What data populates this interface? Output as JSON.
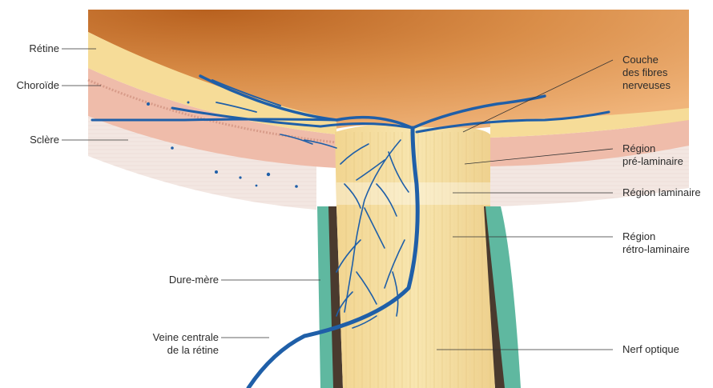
{
  "labels": {
    "retine": "Rétine",
    "choroide": "Choroïde",
    "sclere": "Sclère",
    "dure_mere": "Dure-mère",
    "veine_line1": "Veine centrale",
    "veine_line2": "de la rétine",
    "couche_line1": "Couche",
    "couche_line2": "des fibres",
    "couche_line3": "nerveuses",
    "prelam_line1": "Région",
    "prelam_line2": "pré-laminaire",
    "laminaire": "Région laminaire",
    "retrolam_line1": "Région",
    "retrolam_line2": "rétro-laminaire",
    "nerf_optique": "Nerf optique"
  },
  "colors": {
    "vitreous": "#d9914c",
    "retina": "#f6dc9a",
    "choroid": "#efb9a6",
    "sclera": "#f3e6e0",
    "nerve": "#f5dfa0",
    "dura_teal": "#5fb8a0",
    "vessel": "#1f5fa8"
  }
}
